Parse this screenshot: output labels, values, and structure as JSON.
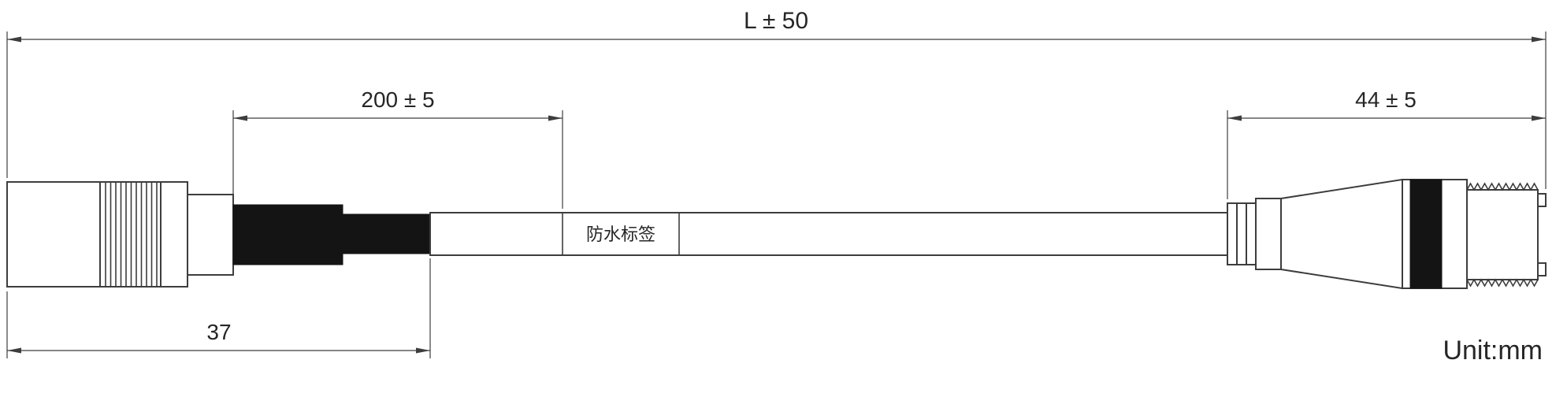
{
  "drawing": {
    "unit_label": "Unit:mm",
    "cable_label": "防水标签",
    "dimensions": {
      "overall": "L ± 50",
      "label_offset": "200 ± 5",
      "bnc_connector": "44 ± 5",
      "din_connector": "37"
    },
    "colors": {
      "line": "#3d3d3d",
      "black_part": "#141414",
      "background": "#ffffff"
    }
  }
}
